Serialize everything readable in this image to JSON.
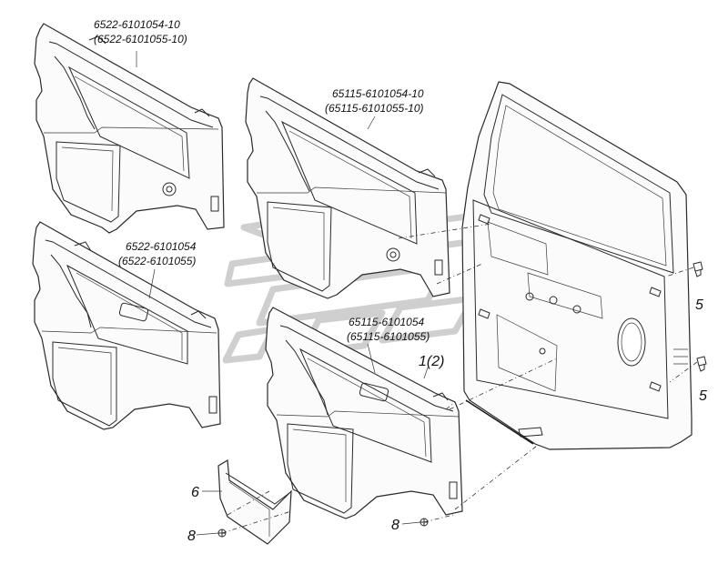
{
  "labels": {
    "panel_top_left": "6522-6101054-10",
    "panel_top_left_alt": "(6522-6101055-10)",
    "panel_top_mid": "65115-6101054-10",
    "panel_top_mid_alt": "(65115-6101055-10)",
    "panel_bot_left": "6522-6101054",
    "panel_bot_left_alt": "(6522-6101055)",
    "panel_bot_mid": "65115-6101054",
    "panel_bot_mid_alt": "(65115-6101055)",
    "callout_panel": "1(2)",
    "callout_pocket": "6",
    "callout_screw_left": "8",
    "callout_screw_mid": "8",
    "callout_clip_upper": "5",
    "callout_clip_lower": "5"
  },
  "watermark": {
    "shape": "stylized-logo",
    "color": "#cfcfcf"
  }
}
